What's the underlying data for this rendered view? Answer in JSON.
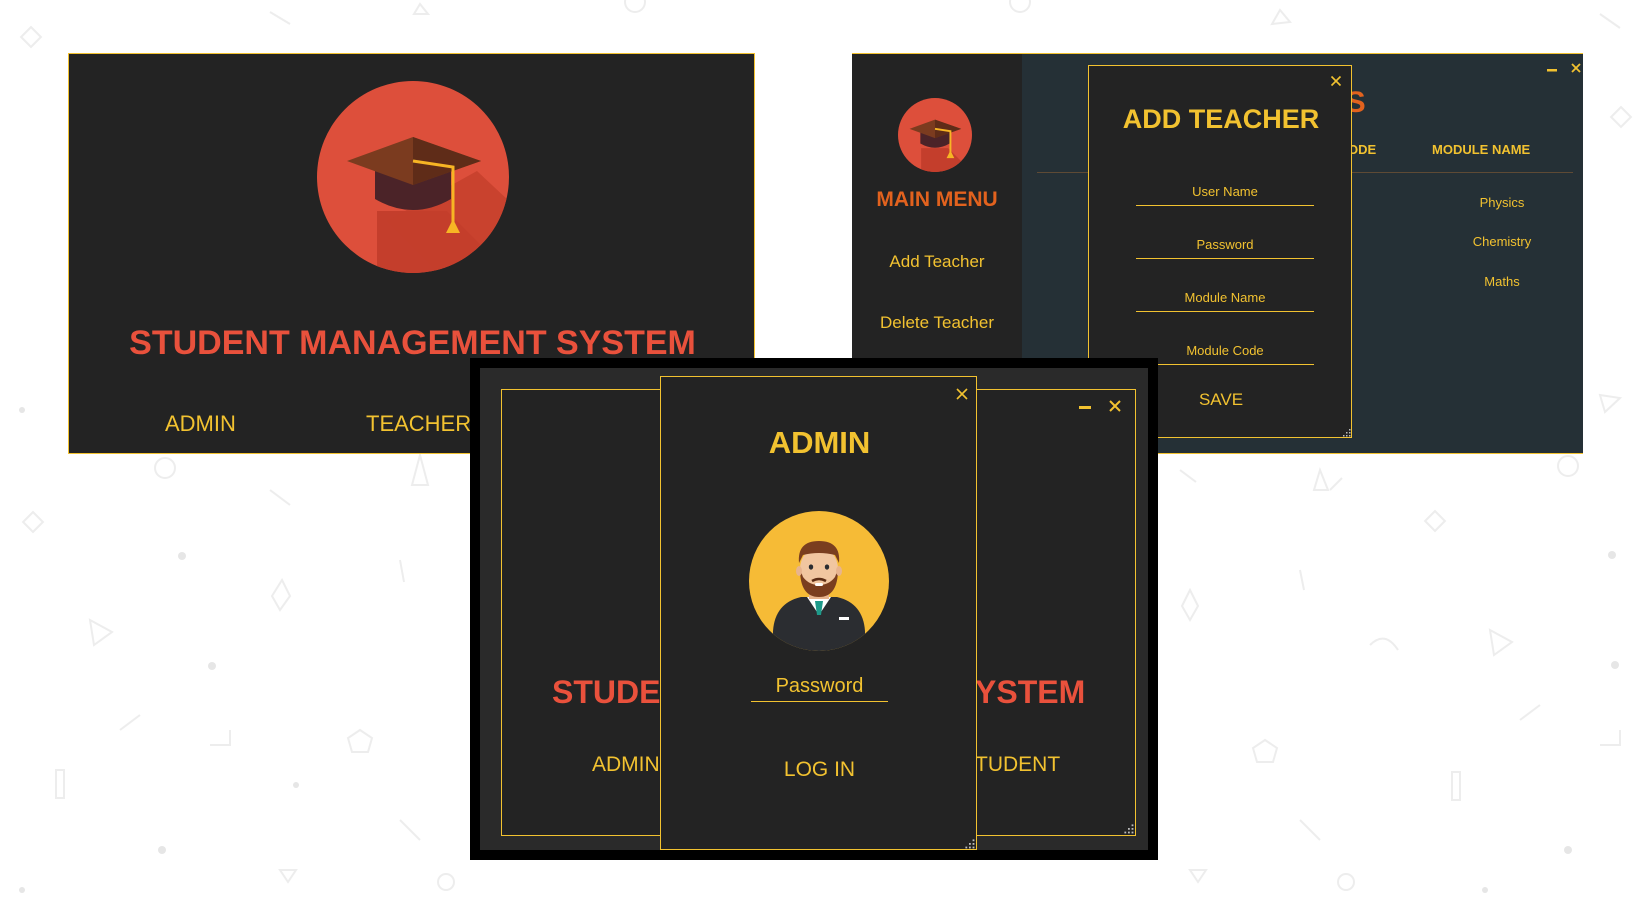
{
  "welcome_window": {
    "title": "STUDENT MANAGEMENT SYSTEM",
    "buttons": [
      "ADMIN",
      "TEACHER"
    ]
  },
  "teacher_window": {
    "sidebar": {
      "title": "MAIN MENU",
      "items": [
        "Add Teacher",
        "Delete Teacher"
      ]
    },
    "table": {
      "heading_fragment": "RS",
      "columns": [
        "ODE",
        "MODULE NAME"
      ],
      "rows": [
        "Physics",
        "Chemistry",
        "Maths"
      ]
    },
    "add_teacher_dialog": {
      "title": "ADD TEACHER",
      "fields": [
        {
          "placeholder": "User Name"
        },
        {
          "placeholder": "Password"
        },
        {
          "placeholder": "Module Name"
        },
        {
          "placeholder": "Module Code"
        }
      ],
      "save_label": "SAVE"
    }
  },
  "login_window": {
    "background": {
      "title_left": "STUDE",
      "title_right": "YSTEM",
      "button_left": "ADMIN",
      "button_right": "TUDENT"
    },
    "dialog": {
      "title": "ADMIN",
      "password_placeholder": "Password",
      "login_label": "LOG IN"
    }
  },
  "colors": {
    "window_bg": "#232323",
    "panel_bg": "#253036",
    "accent_gold": "#f2c230",
    "title_red": "#e9513c",
    "menu_orange": "#e2621e"
  }
}
